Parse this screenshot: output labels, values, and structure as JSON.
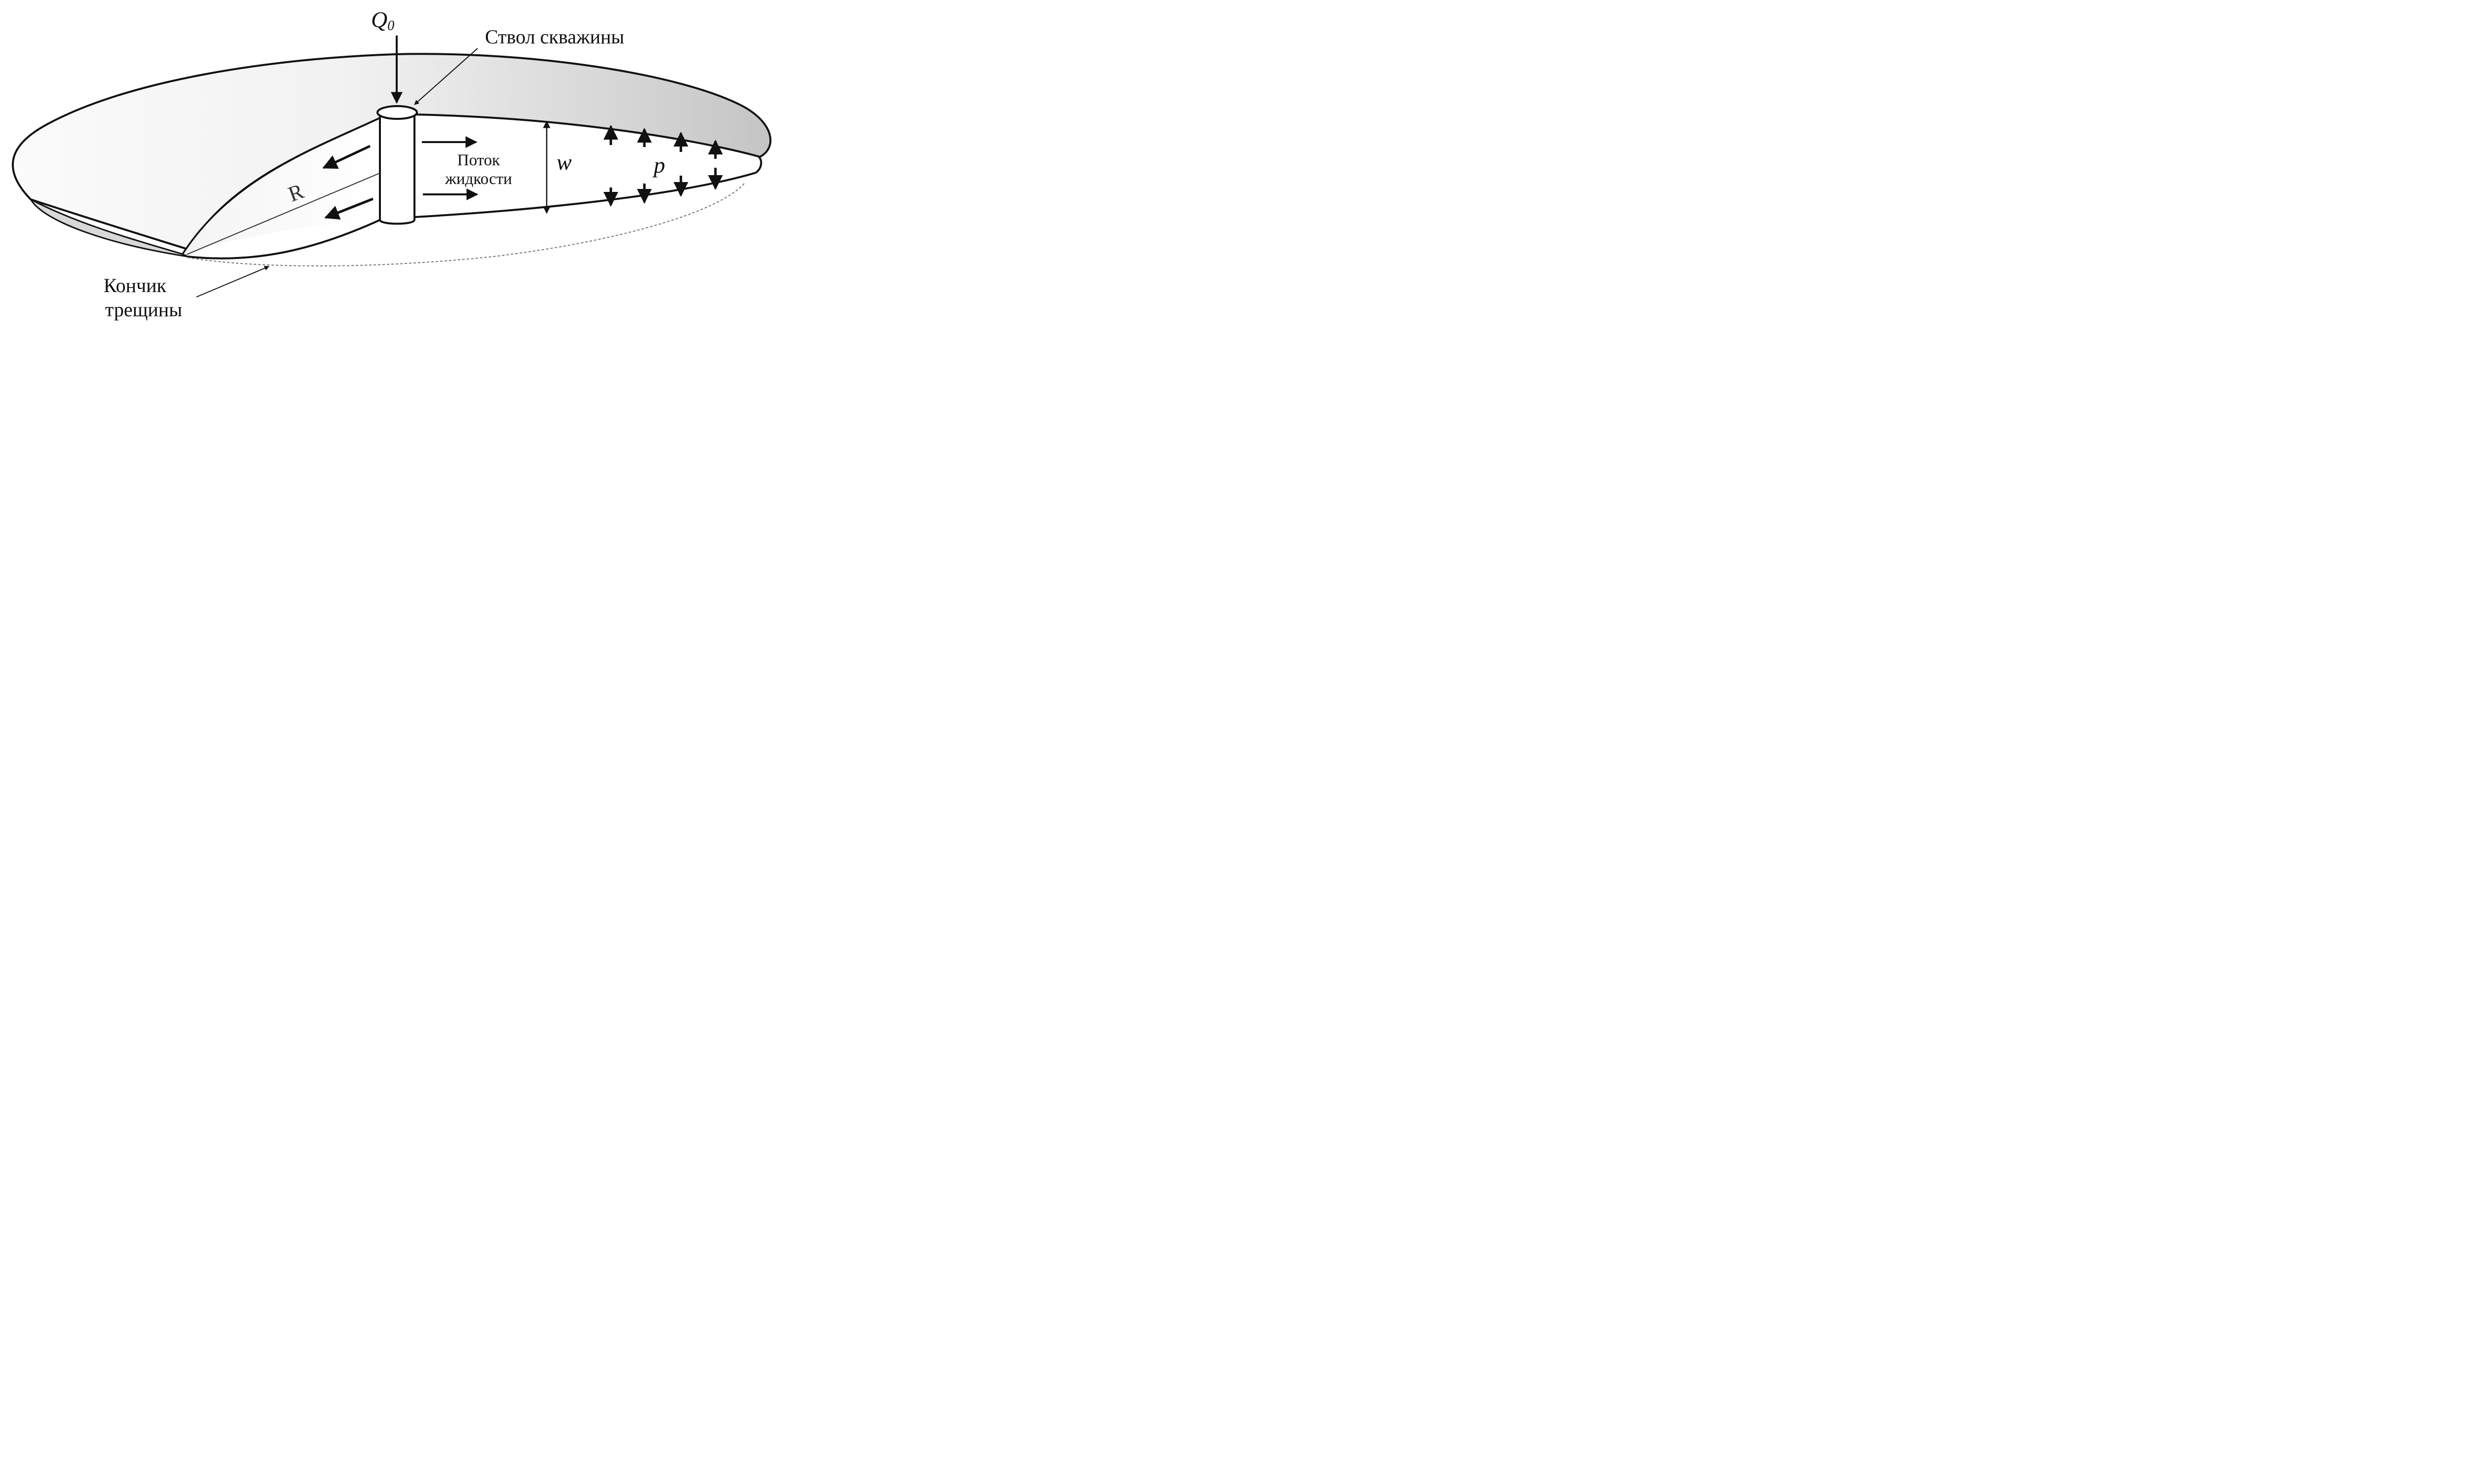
{
  "labels": {
    "q0_main": "Q",
    "q0_sub": "0",
    "wellbore": "Ствол скважины",
    "flow_line1": "Поток",
    "flow_line2": "жидкости",
    "width_symbol": "w",
    "pressure_symbol": "p",
    "radius_symbol": "R",
    "tip_line1": "Кончик",
    "tip_line2": "трещины"
  },
  "colors": {
    "line": "#111111",
    "shaded_surface": "#d4d4d4",
    "light_surface": "#f0f0f0",
    "white": "#ffffff",
    "dashed": "#777777"
  }
}
